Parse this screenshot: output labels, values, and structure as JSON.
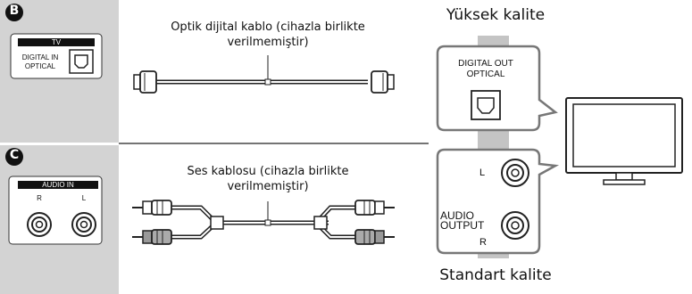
{
  "section_b": {
    "marker": "B",
    "tv_header": "TV",
    "tv_port_line1": "DIGITAL IN",
    "tv_port_line2": "OPTICAL",
    "cable_label_line1": "Optik dijital kablo (cihazla birlikte",
    "cable_label_line2": "verilmemiştir)"
  },
  "section_c": {
    "marker": "C",
    "audio_in_header": "AUDIO IN",
    "left_channel_r": "R",
    "left_channel_l": "L",
    "cable_label_line1": "Ses kablosu (cihazla birlikte",
    "cable_label_line2": "verilmemiştir)"
  },
  "device": {
    "quality_high": "Yüksek kalite",
    "quality_standard": "Standart kalite",
    "digital_out_line1": "DIGITAL OUT",
    "digital_out_line2": "OPTICAL",
    "audio_output_line1": "AUDIO",
    "audio_output_line2": "OUTPUT",
    "channel_l": "L",
    "channel_r": "R"
  }
}
